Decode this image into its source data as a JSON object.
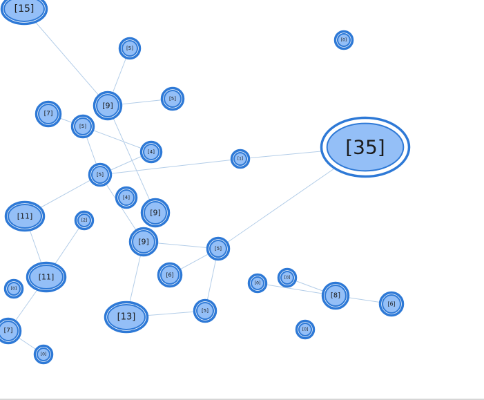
{
  "nodes": [
    {
      "id": "n15",
      "label": "[15]"
    },
    {
      "id": "n5a",
      "label": "[5]"
    },
    {
      "id": "n0top",
      "label": "[0]"
    },
    {
      "id": "n9a",
      "label": "[9]"
    },
    {
      "id": "n5b",
      "label": "[5]"
    },
    {
      "id": "n7a",
      "label": "[7]"
    },
    {
      "id": "n5c",
      "label": "[5]"
    },
    {
      "id": "n35",
      "label": "[35]"
    },
    {
      "id": "n4a",
      "label": "[4]"
    },
    {
      "id": "n5d",
      "label": "[5]"
    },
    {
      "id": "n1a",
      "label": "[1]"
    },
    {
      "id": "n11a",
      "label": "[11]"
    },
    {
      "id": "n4b",
      "label": "[4]"
    },
    {
      "id": "n9b",
      "label": "[9]"
    },
    {
      "id": "n2a",
      "label": "[2]"
    },
    {
      "id": "n9c",
      "label": "[9]"
    },
    {
      "id": "n5e",
      "label": "[5]"
    },
    {
      "id": "n6a",
      "label": "[6]"
    },
    {
      "id": "n11b",
      "label": "[11]"
    },
    {
      "id": "n0b",
      "label": "[0]"
    },
    {
      "id": "n0c",
      "label": "[0]"
    },
    {
      "id": "n0d",
      "label": "[0]"
    },
    {
      "id": "n8",
      "label": "[8]"
    },
    {
      "id": "n6b",
      "label": "[6]"
    },
    {
      "id": "n13",
      "label": "[13]"
    },
    {
      "id": "n5f",
      "label": "[5]"
    },
    {
      "id": "n7b",
      "label": "[7]"
    },
    {
      "id": "n0e",
      "label": "[0]"
    },
    {
      "id": "n0f",
      "label": "[0]"
    }
  ],
  "edges": [
    [
      "n15",
      "n9a"
    ],
    [
      "n5a",
      "n9a"
    ],
    [
      "n9a",
      "n5b"
    ],
    [
      "n9a",
      "n9b"
    ],
    [
      "n7a",
      "n5c"
    ],
    [
      "n5c",
      "n4a"
    ],
    [
      "n5c",
      "n5d"
    ],
    [
      "n5d",
      "n4a"
    ],
    [
      "n5d",
      "n1a"
    ],
    [
      "n5d",
      "n11a"
    ],
    [
      "n5d",
      "n9c"
    ],
    [
      "n1a",
      "n35"
    ],
    [
      "n35",
      "n5e"
    ],
    [
      "n9c",
      "n5e"
    ],
    [
      "n9c",
      "n13"
    ],
    [
      "n5e",
      "n6a"
    ],
    [
      "n5e",
      "n5f"
    ],
    [
      "n13",
      "n5f"
    ],
    [
      "n11a",
      "n11b"
    ],
    [
      "n11b",
      "n2a"
    ],
    [
      "n11b",
      "n7b"
    ],
    [
      "n7b",
      "n0f"
    ],
    [
      "n0c",
      "n8"
    ],
    [
      "n8",
      "n6b"
    ],
    [
      "n8",
      "n0d"
    ]
  ]
}
